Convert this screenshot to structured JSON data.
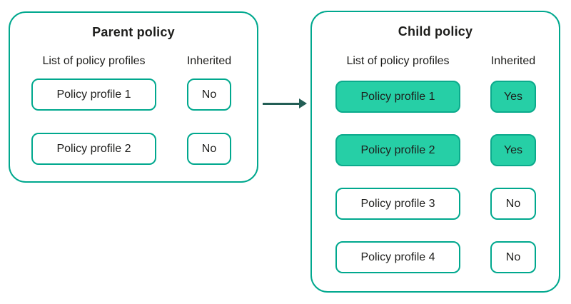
{
  "colors": {
    "accent": "#00a88e",
    "highlight-fill": "#26cfa6",
    "highlight-border": "#0baa8c",
    "arrow": "#235e55",
    "text": "#1d1d1b",
    "background": "#ffffff"
  },
  "diagram": {
    "parent": {
      "title": "Parent policy",
      "col_profiles": "List of policy profiles",
      "col_inherited": "Inherited",
      "rows": [
        {
          "label": "Policy profile 1",
          "inherited": "No",
          "highlighted": false
        },
        {
          "label": "Policy profile 2",
          "inherited": "No",
          "highlighted": false
        }
      ]
    },
    "arrow": {
      "direction": "right",
      "meaning": "inheritance from parent to child"
    },
    "child": {
      "title": "Child policy",
      "col_profiles": "List of policy profiles",
      "col_inherited": "Inherited",
      "rows": [
        {
          "label": "Policy profile 1",
          "inherited": "Yes",
          "highlighted": true
        },
        {
          "label": "Policy profile 2",
          "inherited": "Yes",
          "highlighted": true
        },
        {
          "label": "Policy profile 3",
          "inherited": "No",
          "highlighted": false
        },
        {
          "label": "Policy profile 4",
          "inherited": "No",
          "highlighted": false
        }
      ]
    }
  }
}
